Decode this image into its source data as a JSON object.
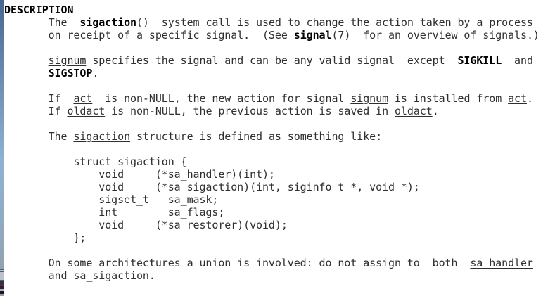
{
  "window": {
    "background_color": "#ffffff",
    "edge": {
      "gradient_top": "#48698f",
      "gradient_mid": "#8fb3d3",
      "gradient_bottom": "#929ea9",
      "border_color": "#1d2a44",
      "grip_dark": "#515c68",
      "grip_light": "#bac3cd",
      "icon_colors": [
        "#2a3550",
        "#6e2430",
        "#20263c",
        "#b8b4ac",
        "#141824"
      ]
    }
  },
  "text_colors": {
    "normal": "#2f2f2f",
    "bold": "#000000"
  },
  "man_page": {
    "section_heading": "DESCRIPTION",
    "lines": [
      [
        {
          "t": "DESCRIPTION",
          "s": "bold"
        }
      ],
      [
        {
          "t": "       The  "
        },
        {
          "t": "sigaction",
          "s": "bold"
        },
        {
          "t": "()  system call is used to change the action taken by a process"
        }
      ],
      [
        {
          "t": "       on receipt of a specific signal.  (See "
        },
        {
          "t": "signal",
          "s": "bold"
        },
        {
          "t": "(7)  for an overview of signals.)"
        }
      ],
      [],
      [
        {
          "t": "       "
        },
        {
          "t": "signum",
          "s": "underline"
        },
        {
          "t": " specifies the signal and can be any valid signal  except  "
        },
        {
          "t": "SIGKILL",
          "s": "bold"
        },
        {
          "t": "  and"
        }
      ],
      [
        {
          "t": "       "
        },
        {
          "t": "SIGSTOP",
          "s": "bold"
        },
        {
          "t": "."
        }
      ],
      [],
      [
        {
          "t": "       If  "
        },
        {
          "t": "act",
          "s": "underline"
        },
        {
          "t": "  is non-NULL, the new action for signal "
        },
        {
          "t": "signum",
          "s": "underline"
        },
        {
          "t": " is installed from "
        },
        {
          "t": "act",
          "s": "underline"
        },
        {
          "t": "."
        }
      ],
      [
        {
          "t": "       If "
        },
        {
          "t": "oldact",
          "s": "underline"
        },
        {
          "t": " is non-NULL, the previous action is saved in "
        },
        {
          "t": "oldact",
          "s": "underline"
        },
        {
          "t": "."
        }
      ],
      [],
      [
        {
          "t": "       The "
        },
        {
          "t": "sigaction",
          "s": "underline"
        },
        {
          "t": " structure is defined as something like:"
        }
      ],
      [],
      [
        {
          "t": "           struct sigaction {"
        }
      ],
      [
        {
          "t": "               void     (*sa_handler)(int);"
        }
      ],
      [
        {
          "t": "               void     (*sa_sigaction)(int, siginfo_t *, void *);"
        }
      ],
      [
        {
          "t": "               sigset_t   sa_mask;"
        }
      ],
      [
        {
          "t": "               int        sa_flags;"
        }
      ],
      [
        {
          "t": "               void     (*sa_restorer)(void);"
        }
      ],
      [
        {
          "t": "           };"
        }
      ],
      [],
      [
        {
          "t": "       On some architectures a union is involved: do not assign to  both  "
        },
        {
          "t": "sa_handler",
          "s": "underline"
        }
      ],
      [
        {
          "t": "       and "
        },
        {
          "t": "sa_sigaction",
          "s": "underline"
        },
        {
          "t": "."
        }
      ]
    ]
  }
}
